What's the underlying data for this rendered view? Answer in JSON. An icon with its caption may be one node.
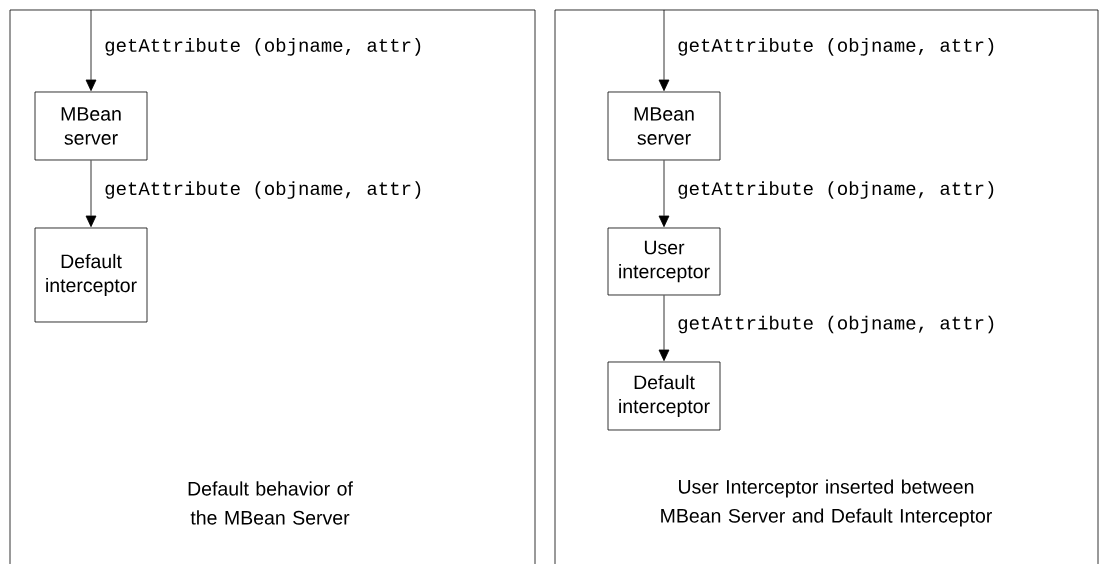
{
  "diagram": {
    "nodes": [
      {
        "text": [
          "Default behavior of the MBean Server"
        ]
      },
      {
        "text": [
          "MBean server"
        ],
        "in": 0
      },
      {
        "text": [
          "Default interceptor"
        ],
        "in": 0
      },
      {
        "text": [
          "User Interceptor inserted between MBean Server and Default Interceptor"
        ]
      },
      {
        "text": [
          "MBean server"
        ],
        "in": 3
      },
      {
        "text": [
          "User interceptor"
        ],
        "in": 3
      },
      {
        "text": [
          "Default interceptor"
        ],
        "in": 3
      }
    ],
    "edges": [
      {
        "from": null,
        "to": 1,
        "arrow": "to",
        "label": "getAttribute (objname, attr)"
      },
      {
        "from": 1,
        "to": 2,
        "arrow": "to",
        "label": "getAttribute (objname, attr)"
      },
      {
        "from": null,
        "to": 4,
        "arrow": "to",
        "label": "getAttribute (objname, attr)"
      },
      {
        "from": 4,
        "to": 5,
        "arrow": "to",
        "label": "getAttribute (objname, attr)"
      },
      {
        "from": 5,
        "to": 6,
        "arrow": "to",
        "label": "getAttribute (objname, attr)"
      }
    ]
  }
}
